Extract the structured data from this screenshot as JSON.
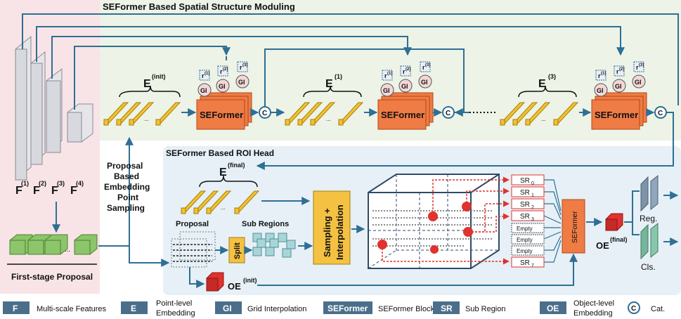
{
  "sections": {
    "spatial": "SEFormer Based Spatial Structure Moduling",
    "roi": "SEFormer Based ROI Head",
    "first_stage": "First-stage Proposal",
    "sampling_caption": [
      "Proposal",
      "Based",
      "Embedding",
      "Point",
      "Sampling"
    ]
  },
  "backbone": {
    "f_labels": [
      "F",
      "F",
      "F",
      "F"
    ],
    "f_sups": [
      "(1)",
      "(2)",
      "(3)",
      "(4)"
    ]
  },
  "embeddings": {
    "e_letter": "E",
    "init_sup": "(init)",
    "s1": "(1)",
    "s3": "(3)",
    "final_sup": "(final)",
    "dots": "..."
  },
  "blocks": {
    "seformer": "SEFormer",
    "gi": "GI",
    "r": "r",
    "r_sups": [
      "(1)",
      "(2)",
      "(3)"
    ],
    "cat": "C"
  },
  "roi": {
    "proposal": "Proposal",
    "split": "Split",
    "sub_regions": "Sub Regions",
    "sampling_line1": "Sampling +",
    "sampling_line2": "Interpolation",
    "sr": [
      "SR",
      "SR",
      "SR",
      "SR",
      "Empty",
      "Empty",
      "Empty",
      "SR"
    ],
    "sr_subs": [
      "0",
      "1",
      "2",
      "3",
      "",
      "",
      "",
      "7"
    ],
    "oe": "OE",
    "oe_init_sup": "(init)",
    "oe_final_sup": "(final)",
    "reg": "Reg.",
    "cls": "Cls."
  },
  "legend": [
    {
      "key": "F",
      "text": [
        "Multi-scale Features"
      ]
    },
    {
      "key": "E",
      "text": [
        "Point-level",
        "Embedding"
      ]
    },
    {
      "key": "GI",
      "text": [
        "Grid Interpolation"
      ]
    },
    {
      "key": "SEFormer",
      "text": [
        "SEFormer Block"
      ]
    },
    {
      "key": "SR",
      "text": [
        "Sub Region"
      ]
    },
    {
      "key": "OE",
      "text": [
        "Object-level",
        "Embedding"
      ]
    },
    {
      "key": "C",
      "text": [
        "Cat."
      ]
    }
  ],
  "colors": {
    "left_panel": "#f8e4e6",
    "top_panel": "#edf3e6",
    "roi_panel": "#e6f0f6",
    "arrow": "#2e6f95",
    "seformer": "#ef7b45",
    "gi": "#f3d7d7",
    "embed": "#f2c12e",
    "proposal_box": "#8cc56a",
    "sampling": "#f4c142",
    "red": "#e0322e",
    "legend_key": "#4b6f8b"
  }
}
